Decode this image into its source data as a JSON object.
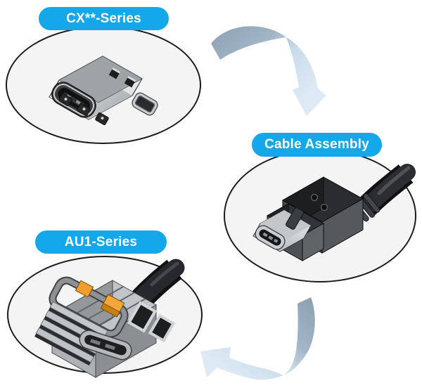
{
  "diagram": {
    "nodes": [
      {
        "id": "cx-series",
        "label": "CX**-Series",
        "illustration": "usb-c-plug-connector"
      },
      {
        "id": "cable-assembly",
        "label": "Cable Assembly",
        "illustration": "usb-c-overmolded-cable-plug"
      },
      {
        "id": "au1-series",
        "label": "AU1-Series",
        "illustration": "au1-receptacle-connector-with-cable"
      }
    ],
    "connections": [
      {
        "from": "cx-series",
        "to": "cable-assembly",
        "style": "curved-arrow"
      },
      {
        "from": "cable-assembly",
        "to": "au1-series",
        "style": "curved-arrow"
      }
    ],
    "colors": {
      "label_bg": "#14a7e9",
      "label_text": "#ffffff",
      "ellipse_fill": "#f4f4f5",
      "ellipse_stroke": "#1c1c1c",
      "arrow_start": "#8ca0b3",
      "arrow_end": "#ddeaf5",
      "accent_orange": "#f19d2d"
    }
  }
}
